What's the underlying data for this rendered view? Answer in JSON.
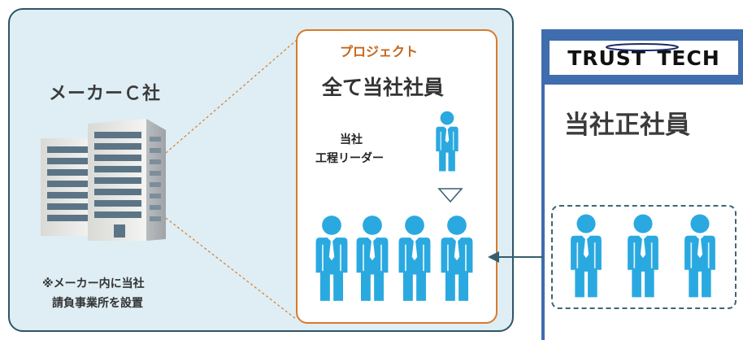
{
  "client": {
    "title": "メーカーＣ社",
    "note_line1": "※メーカー内に当社",
    "note_line2": "請負事業所を設置"
  },
  "project": {
    "label": "プロジェクト",
    "title": "全て当社社員",
    "leader_line1": "当社",
    "leader_line2": "工程リーダー"
  },
  "trust": {
    "logo_text": "TRUST TECH",
    "title": "当社正社員"
  },
  "colors": {
    "client_bg": "#deeef4",
    "client_border": "#2d5566",
    "project_border": "#d97a2b",
    "project_label": "#c4661a",
    "trust_blue": "#3f6dad",
    "person_blue": "#2aa9e0",
    "arrow": "#355e6e"
  },
  "icons": [
    "office-building-icon",
    "person-icon",
    "down-triangle-icon",
    "left-arrow-icon"
  ]
}
